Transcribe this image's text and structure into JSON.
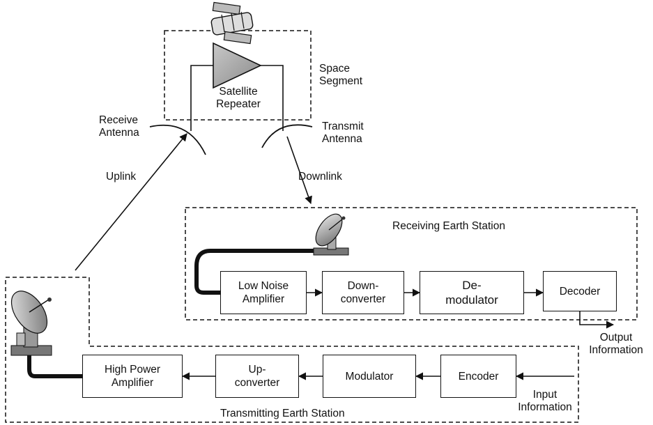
{
  "space": {
    "repeater_lines": [
      "Satellite",
      "Repeater"
    ],
    "segment_lines": [
      "Space",
      "Segment"
    ],
    "receive_antenna_lines": [
      "Receive",
      "Antenna"
    ],
    "transmit_antenna_lines": [
      "Transmit",
      "Antenna"
    ]
  },
  "links": {
    "uplink": "Uplink",
    "downlink": "Downlink"
  },
  "receiving_station": {
    "title": "Receiving Earth Station",
    "blocks": [
      {
        "lines": [
          "Low Noise",
          "Amplifier"
        ]
      },
      {
        "lines": [
          "Down-",
          "converter"
        ]
      },
      {
        "lines": [
          "De-",
          "modulator"
        ]
      },
      {
        "lines": [
          "Decoder"
        ]
      }
    ],
    "output_lines": [
      "Output",
      "Information"
    ]
  },
  "transmitting_station": {
    "title": "Transmitting Earth Station",
    "blocks": [
      {
        "lines": [
          "High Power",
          "Amplifier"
        ]
      },
      {
        "lines": [
          "Up-",
          "converter"
        ]
      },
      {
        "lines": [
          "Modulator"
        ]
      },
      {
        "lines": [
          "Encoder"
        ]
      }
    ],
    "input_lines": [
      "Input",
      "Information"
    ]
  }
}
